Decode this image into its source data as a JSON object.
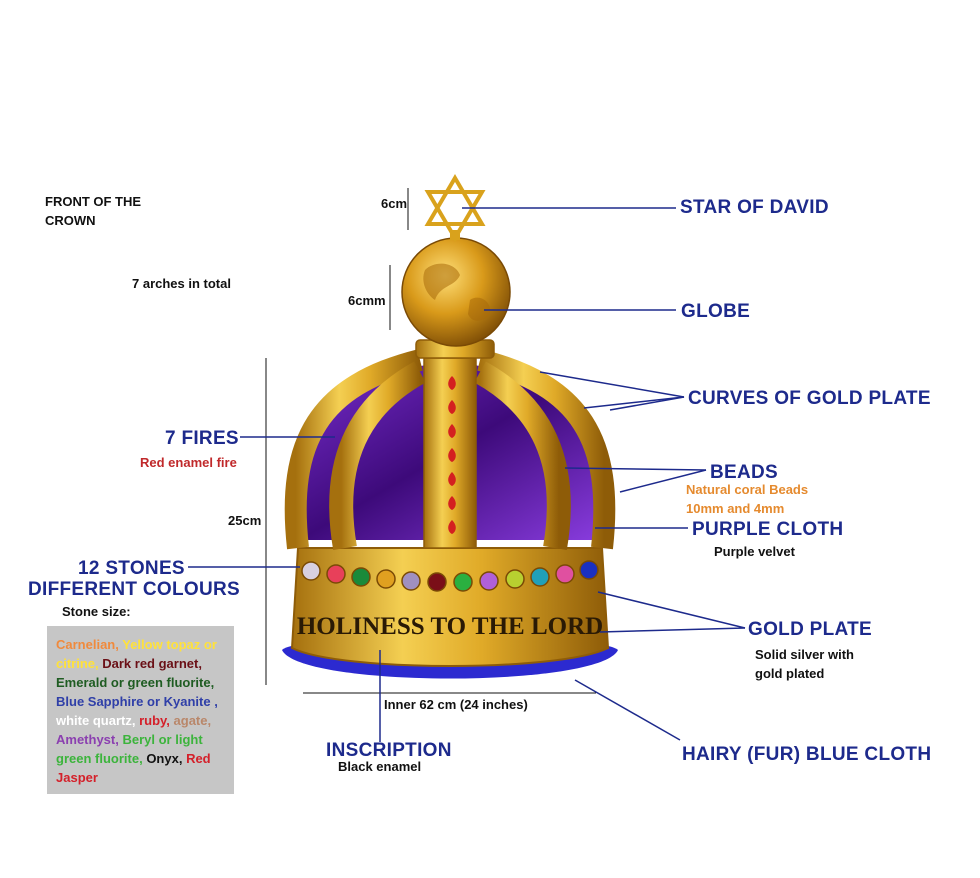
{
  "front_note": [
    "FRONT OF THE",
    "CROWN"
  ],
  "arches_note": "7 arches in total",
  "dims": {
    "star": "6cm",
    "globe": "6cmm",
    "height": "25cm",
    "inner": "Inner 62 cm (24 inches)"
  },
  "crown_inscription": "HOLINESS TO THE LORD",
  "labels": {
    "star": "STAR OF DAVID",
    "globe": "GLOBE",
    "curves": "CURVES OF GOLD PLATE",
    "beads": "BEADS",
    "beads_sub": [
      "Natural coral Beads",
      "10mm and 4mm"
    ],
    "purple": "PURPLE CLOTH",
    "purple_sub": "Purple velvet",
    "fires": "7 FIRES",
    "fires_sub": "Red enamel fire",
    "stones": [
      "12 STONES",
      "DIFFERENT COLOURS"
    ],
    "stones_sub": "Stone size:",
    "gold_plate": "GOLD PLATE",
    "gold_plate_sub": [
      "Solid silver with",
      "gold plated"
    ],
    "inscription": "INSCRIPTION",
    "inscription_sub": "Black enamel",
    "fur": "HAIRY (FUR) BLUE CLOTH"
  },
  "stones_list": [
    {
      "text": "Carnelian,",
      "color": "#f08a3c"
    },
    {
      "text": "Yellow topaz or citrine,",
      "color": "#ffe23a"
    },
    {
      "text": "Dark red garnet,",
      "color": "#6a0f16"
    },
    {
      "text": "Emerald or green fluorite,",
      "color": "#1f5c22"
    },
    {
      "text": "Blue Sapphire or Kyanite ,",
      "color": "#2f3fa8"
    },
    {
      "text": "white quartz,",
      "color": "#ffffff"
    },
    {
      "text": "ruby,",
      "color": "#d4202a"
    },
    {
      "text": "agate,",
      "color": "#b9876a"
    },
    {
      "text": "Amethyst,",
      "color": "#8b3fb0"
    },
    {
      "text": "Beryl or light green fluorite,",
      "color": "#3cb43c"
    },
    {
      "text": "Onyx,",
      "color": "#111111"
    },
    {
      "text": "Red Jasper",
      "color": "#d4202a"
    }
  ],
  "colors": {
    "label_blue": "#1d2a8c",
    "gold": "#d9a21c",
    "purple": "#5a1a9c",
    "fur_blue": "#2c2ad0",
    "fire_red": "#d42020"
  }
}
